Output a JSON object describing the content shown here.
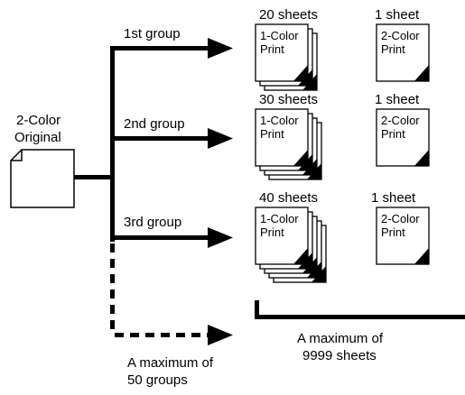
{
  "original": {
    "line1": "2-Color",
    "line2": "Original"
  },
  "groups": [
    {
      "label": "1st group",
      "sheets_label": "20 sheets",
      "print_line1": "1-Color",
      "print_line2": "Print",
      "stack_pages": 3,
      "single_label": "1 sheet",
      "single_line1": "2-Color",
      "single_line2": "Print"
    },
    {
      "label": "2nd group",
      "sheets_label": "30 sheets",
      "print_line1": "1-Color",
      "print_line2": "Print",
      "stack_pages": 4,
      "single_label": "1 sheet",
      "single_line1": "2-Color",
      "single_line2": "Print"
    },
    {
      "label": "3rd group",
      "sheets_label": "40 sheets",
      "print_line1": "1-Color",
      "print_line2": "Print",
      "stack_pages": 5,
      "single_label": "1 sheet",
      "single_line1": "2-Color",
      "single_line2": "Print"
    }
  ],
  "max_groups": {
    "line1": "A maximum of",
    "line2": "50 groups"
  },
  "max_sheets": {
    "line1": "A maximum of",
    "line2": "9999 sheets"
  }
}
